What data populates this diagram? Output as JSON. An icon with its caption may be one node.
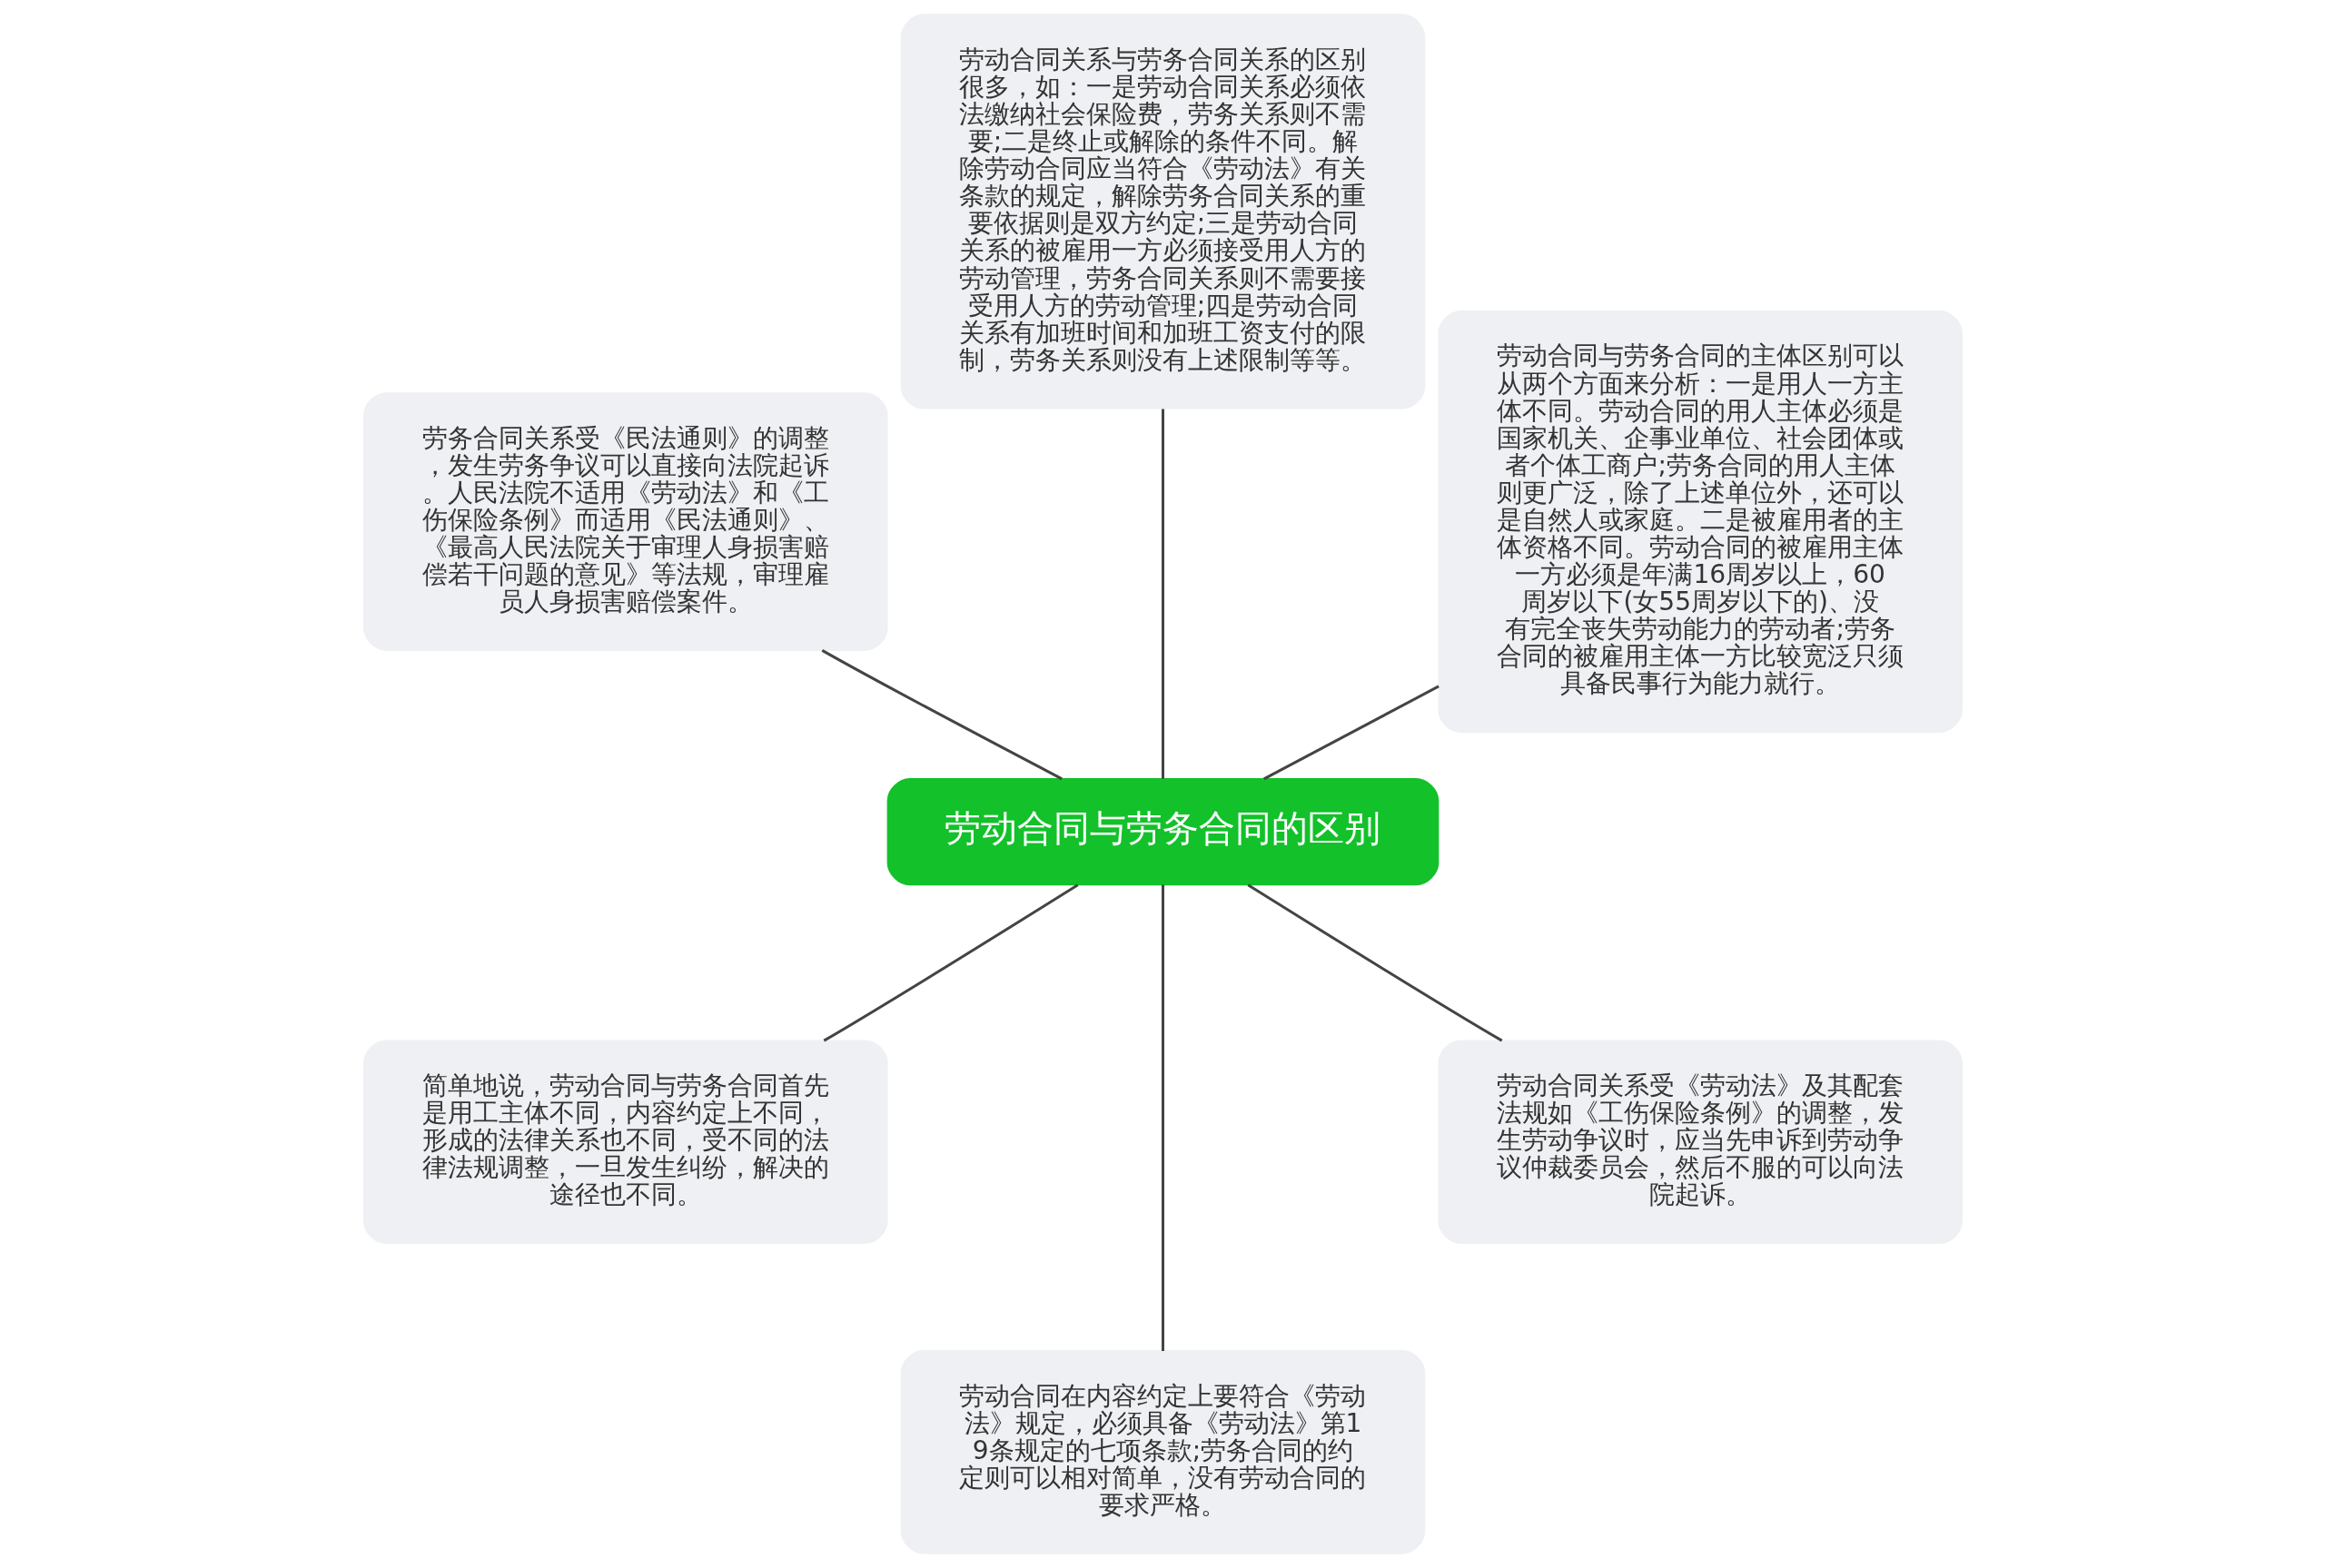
{
  "diagram": {
    "nodes": [
      {
        "text": [
          "劳动合同与劳务合同的区别"
        ]
      },
      {
        "text": [
          "劳动合同与劳务合同的主体区别可以从两个方面来分析：一是用人一方主体不同。劳动合同的用人主体必须是国家机关、企事业单位、社会团体或者个体工商户;劳务合同的用人主体则更广泛，除了上述单位外，还可以是自然人或家庭。二是被雇用者的主体资格不同。劳动合同的被雇用主体一方必须是年满16周岁以上，60周岁以下(女55周岁以下的)、没有完全丧失劳动能力的劳动者;劳务合同的被雇用主体一方比较宽泛只须具备民事行为能力就行。"
        ]
      },
      {
        "text": [
          "劳动合同关系与劳务合同关系的区别很多，如：一是劳动合同关系必须依法缴纳社会保险费，劳务关系则不需要;二是终止或解除的条件不同。解除劳动合同应当符合《劳动法》有关条款的规定，解除劳务合同关系的重要依据则是双方约定;三是劳动合同关系的被雇用一方必须接受用人方的劳动管理，劳务合同关系则不需要接受用人方的劳动管理;四是劳动合同关系有加班时间和加班工资支付的限制，劳务关系则没有上述限制等等。"
        ]
      },
      {
        "text": [
          "劳务合同关系受《民法通则》的调整，发生劳务争议可以直接向法院起诉。人民法院不适用《劳动法》和《工伤保险条例》而适用《民法通则》、《最高人民法院关于审理人身损害赔偿若干问题的意见》等法规，审理雇员人身损害赔偿案件。"
        ]
      },
      {
        "text": [
          "简单地说，劳动合同与劳务合同首先是用工主体不同，内容约定上不同，形成的法律关系也不同，受不同的法律法规调整，一旦发生纠纷，解决的途径也不同。"
        ]
      },
      {
        "text": [
          "劳动合同在内容约定上要符合《劳动法》规定，必须具备《劳动法》第19条规定的七项条款;劳务合同的约定则可以相对简单，没有劳动合同的要求严格。"
        ]
      },
      {
        "text": [
          "劳动合同关系受《劳动法》及其配套法规如《工伤保险条例》的调整，发生劳动争议时，应当先申诉到劳动争议仲裁委员会，然后不服的可以向法院起诉。"
        ]
      }
    ],
    "edges": [
      {
        "from": 0,
        "to": 1,
        "arrow": "none"
      },
      {
        "from": 0,
        "to": 2,
        "arrow": "none"
      },
      {
        "from": 0,
        "to": 3,
        "arrow": "none"
      },
      {
        "from": 0,
        "to": 4,
        "arrow": "none"
      },
      {
        "from": 0,
        "to": 5,
        "arrow": "none"
      },
      {
        "from": 0,
        "to": 6,
        "arrow": "none"
      }
    ]
  }
}
